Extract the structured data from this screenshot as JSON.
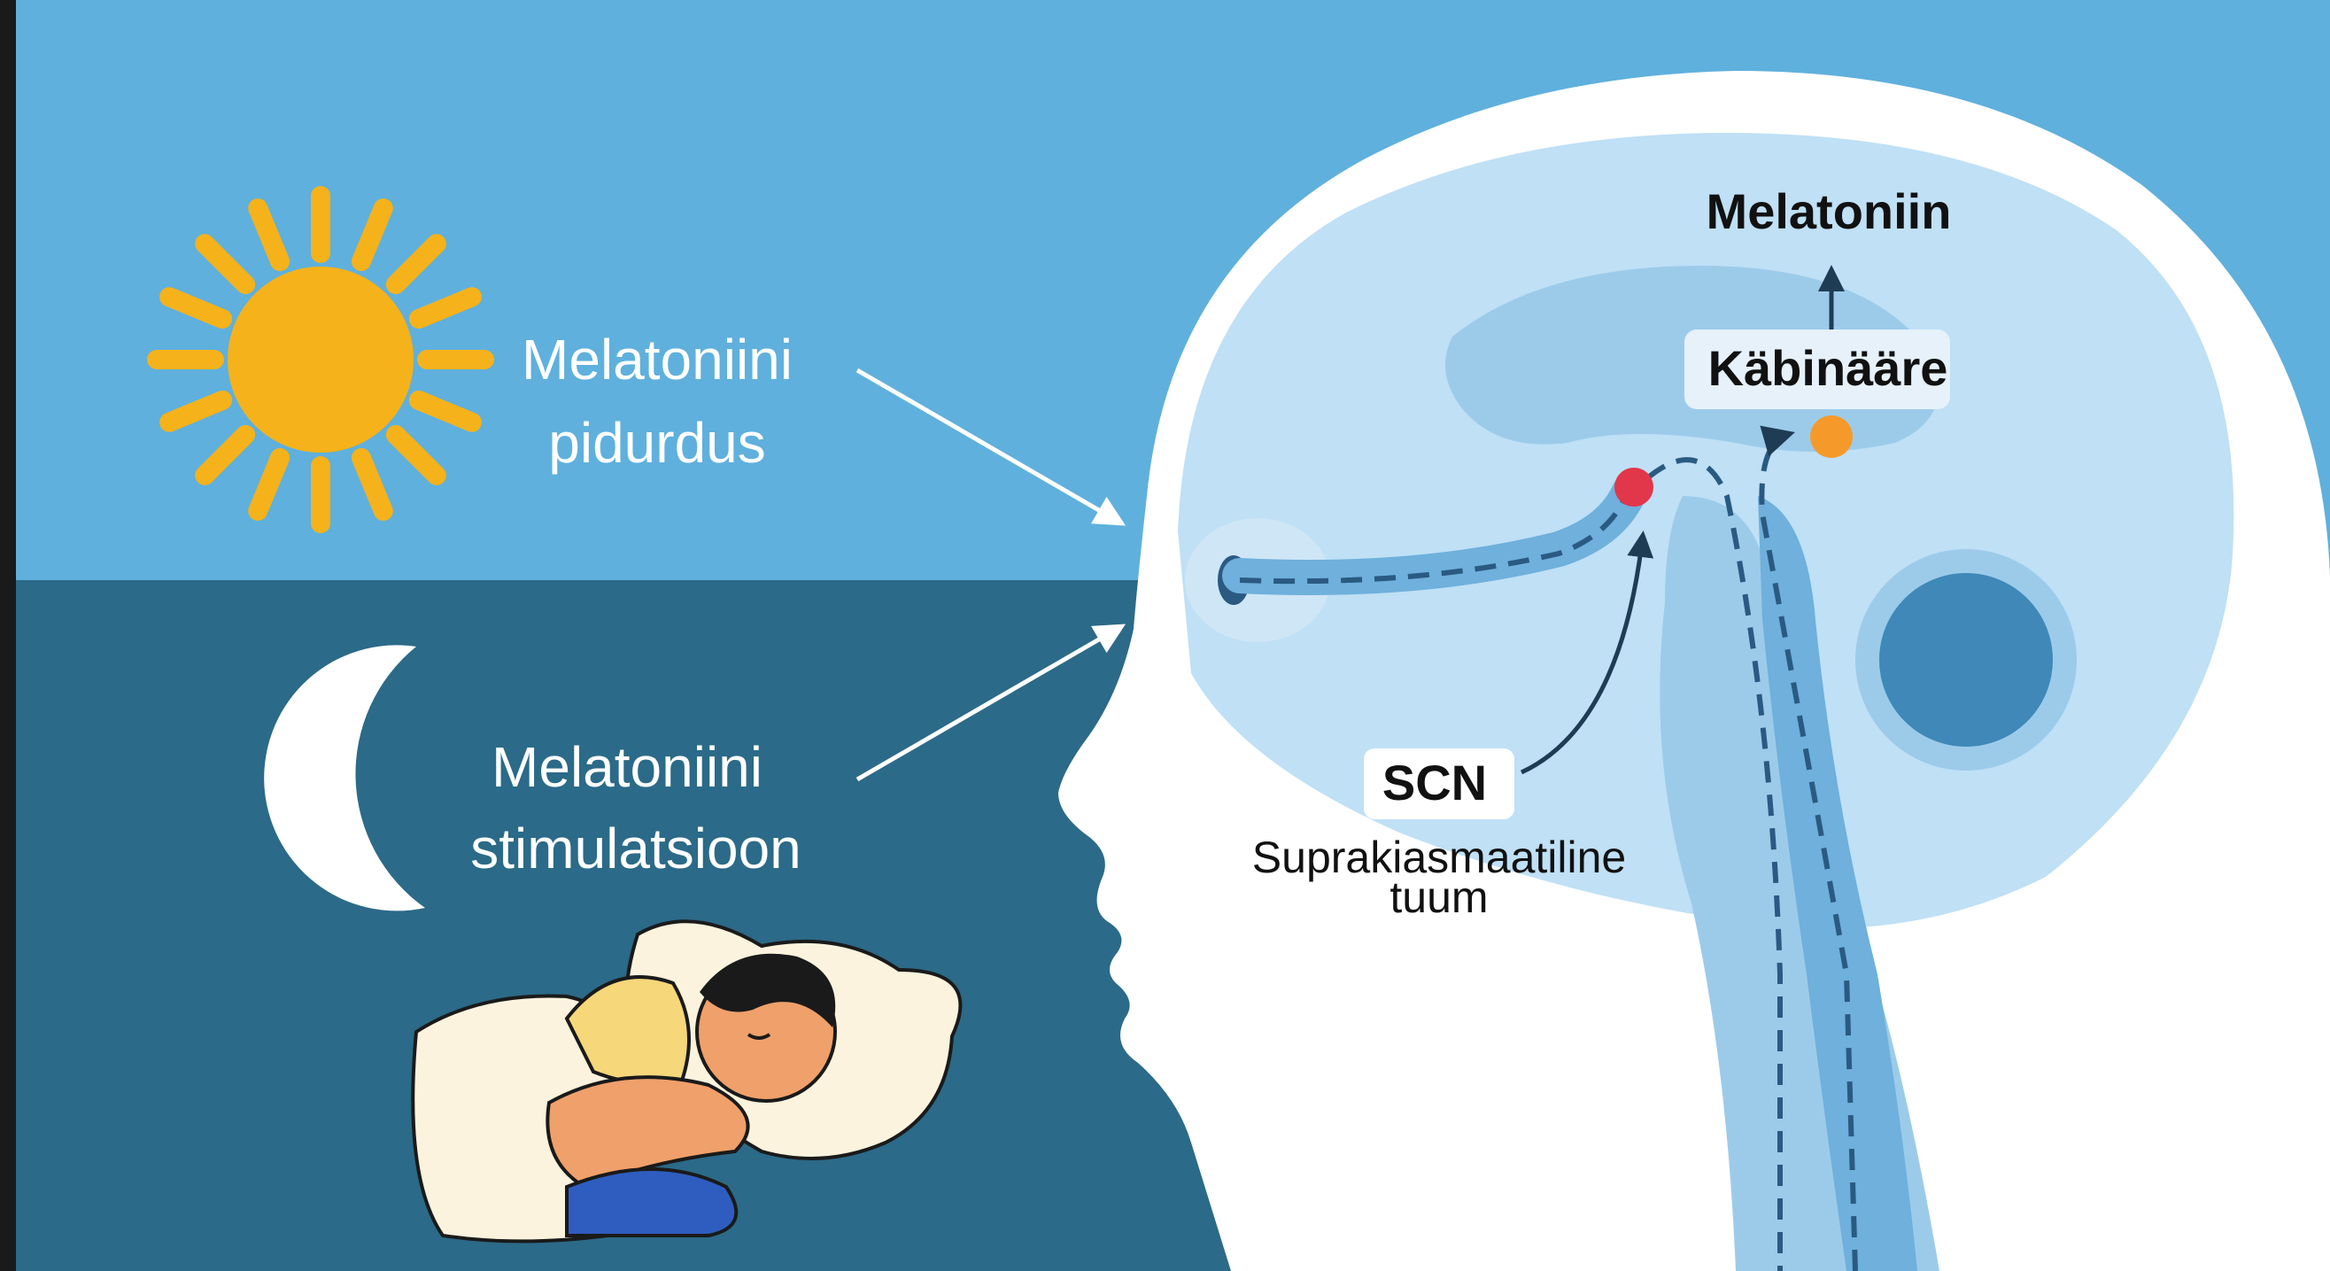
{
  "labels": {
    "suppression_line1": "Melatoniini",
    "suppression_line2": "pidurdus",
    "stimulation_line1": "Melatoniini",
    "stimulation_line2": "stimulatsioon",
    "melatonin": "Melatoniin",
    "pineal": "Käbinääre",
    "scn_abbr": "SCN",
    "scn_full_line1": "Suprakiasmaatiline",
    "scn_full_line2": "tuum"
  },
  "icons": {
    "sun": "sun-icon",
    "moon": "crescent-moon-icon",
    "sleeper": "sleeping-person-illustration"
  },
  "colors": {
    "day_sky": "#5fb0dd",
    "night_sky": "#2b6a88",
    "head": "#ffffff",
    "brain": "#bfe0f5",
    "brain_inner": "#9ccbea",
    "pathway": "#2a5a82",
    "sun": "#f5b21a",
    "scn_dot": "#e2364a",
    "pineal_dot": "#f59a2a",
    "frame": "#1a1a1a"
  }
}
